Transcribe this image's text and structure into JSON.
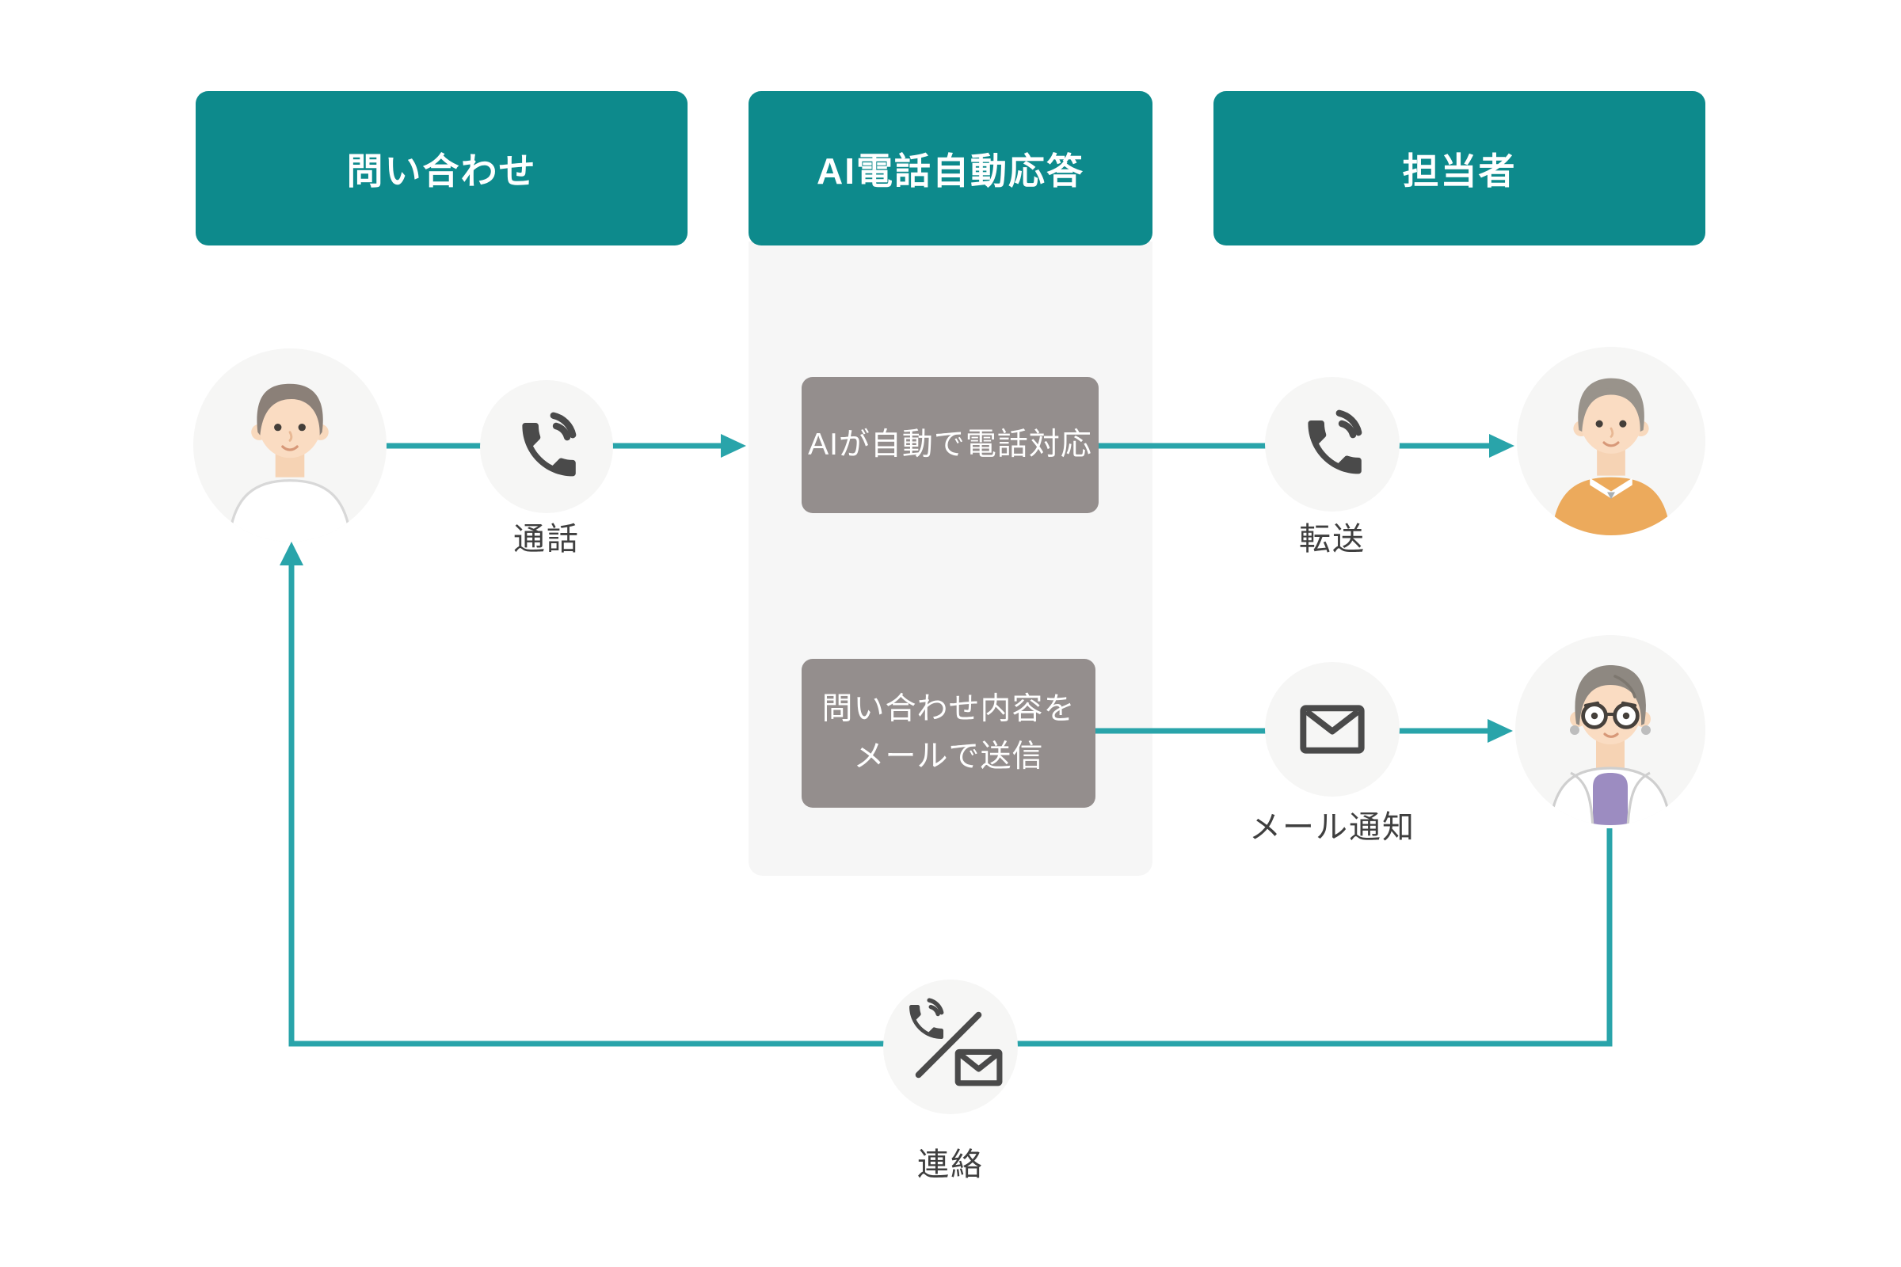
{
  "diagram": {
    "columns": [
      {
        "id": "inquiry",
        "label": "問い合わせ"
      },
      {
        "id": "ai-phone",
        "label": "AI電話自動応答"
      },
      {
        "id": "staff",
        "label": "担当者"
      }
    ],
    "flow_labels": {
      "call": "通話",
      "transfer": "転送",
      "mail_notice": "メール通知",
      "contact": "連絡"
    },
    "process_boxes": [
      {
        "lines": [
          "AIが自動で電話対応"
        ]
      },
      {
        "lines": [
          "問い合わせ内容を",
          "メールで送信"
        ]
      }
    ],
    "icons": [
      "phone-icon",
      "phone-icon",
      "mail-icon",
      "phone-or-mail-icon"
    ],
    "avatars": [
      "inquirer",
      "staff-phone",
      "staff-mail"
    ],
    "colors": {
      "header_teal": "#0d8a8c",
      "connector_teal": "#29a4aa",
      "panel_gray": "#f6f6f6",
      "process_box_gray": "#948e8d",
      "label_text": "#3f3f3f",
      "icon_gray": "#4a4a4a",
      "circle_bg": "#f6f6f5"
    }
  }
}
